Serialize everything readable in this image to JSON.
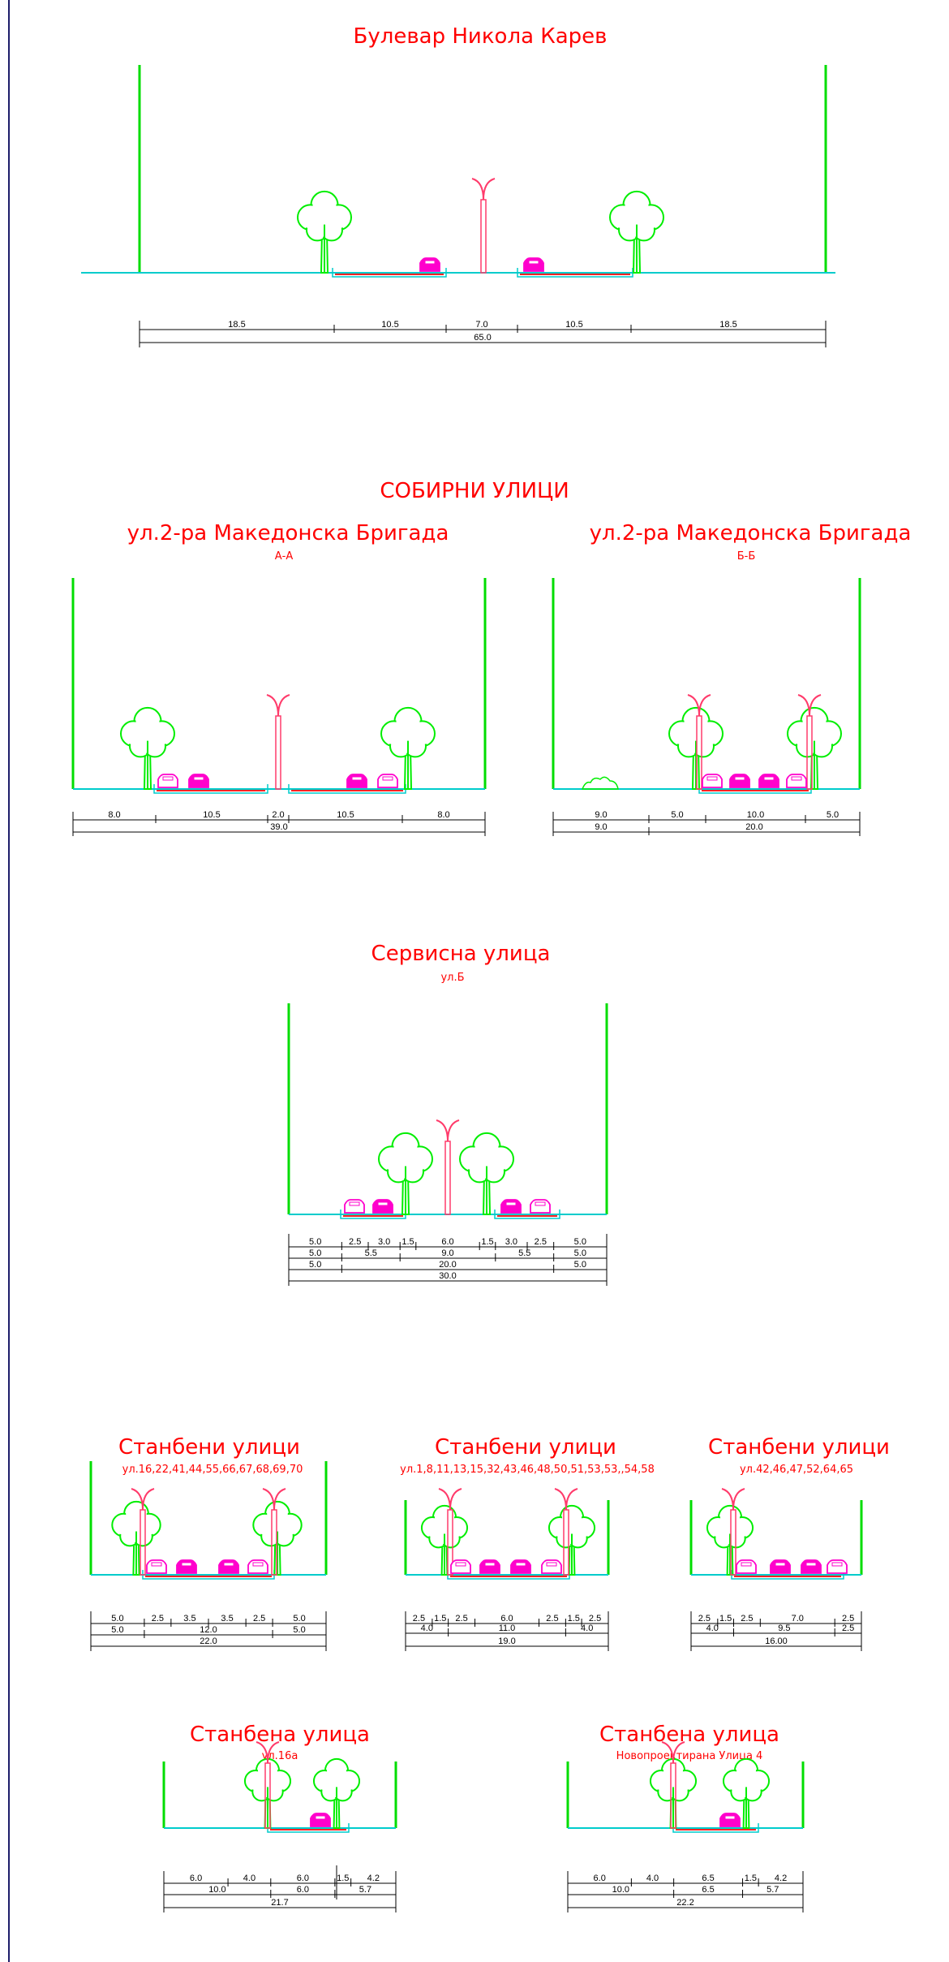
{
  "colors": {
    "title": "#ff0000",
    "walls": "#00dd00",
    "ground": "#00cccc",
    "vehicle": "#ff00cc",
    "pole": "#ff3b6b",
    "tree": "#00ee00",
    "dims": "#000000"
  },
  "boulevard": {
    "title": "Булевар Никола Карев",
    "dims": {
      "row1": [
        "18.5",
        "10.5",
        "7.0",
        "10.5",
        "18.5"
      ],
      "total": "65.0"
    }
  },
  "collector": {
    "heading": "СОБИРНИ УЛИЦИ",
    "aa": {
      "title": "ул.2-ра Македонска Бригада",
      "subtitle": "А-А",
      "dims": {
        "row1": [
          "8.0",
          "10.5",
          "2.0",
          "10.5",
          "8.0"
        ],
        "total": "39.0"
      }
    },
    "bb": {
      "title": "ул.2-ра Македонска Бригада",
      "subtitle": "Б-Б",
      "dims": {
        "row1": [
          "9.0",
          "5.0",
          "10.0",
          "5.0"
        ],
        "row2": [
          "9.0",
          "20.0"
        ]
      }
    }
  },
  "service": {
    "title": "Сервисна улица",
    "subtitle": "ул.Б",
    "dims": {
      "row1": [
        "5.0",
        "2.5",
        "3.0",
        "1.5",
        "6.0",
        "1.5",
        "3.0",
        "2.5",
        "5.0"
      ],
      "row2": [
        "5.0",
        "5.5",
        "9.0",
        "5.5",
        "5.0"
      ],
      "row3": [
        "5.0",
        "20.0",
        "5.0"
      ],
      "total": "30.0"
    }
  },
  "residential": {
    "s1": {
      "title": "Станбени улици",
      "subtitle": "ул.16,22,41,44,55,66,67,68,69,70",
      "dims": {
        "row1": [
          "5.0",
          "2.5",
          "3.5",
          "3.5",
          "2.5",
          "5.0"
        ],
        "row2": [
          "5.0",
          "12.0",
          "5.0"
        ],
        "total": "22.0"
      }
    },
    "s2": {
      "title": "Станбени улици",
      "subtitle": "ул.1,8,11,13,15,32,43,46,48,50,51,53,53,,54,58",
      "dims": {
        "row1": [
          "2.5",
          "1.5",
          "2.5",
          "6.0",
          "2.5",
          "1.5",
          "2.5"
        ],
        "row2": [
          "4.0",
          "11.0",
          "4.0"
        ],
        "total": "19.0"
      }
    },
    "s3": {
      "title": "Станбени улици",
      "subtitle": "ул.42,46,47,52,64,65",
      "dims": {
        "row1": [
          "2.5",
          "1.5",
          "2.5",
          "7.0",
          "2.5"
        ],
        "row2": [
          "4.0",
          "9.5",
          "2.5"
        ],
        "total": "16.00"
      }
    },
    "s4": {
      "title": "Станбена улица",
      "subtitle": "ул.16а",
      "dims": {
        "row1": [
          "6.0",
          "4.0",
          "6.0",
          "1.5",
          "4.2"
        ],
        "row2": [
          "10.0",
          "6.0",
          "5.7"
        ],
        "total": "21.7"
      }
    },
    "s5": {
      "title": "Станбена улица",
      "subtitle": "Новопроектирана Улица 4",
      "dims": {
        "row1": [
          "6.0",
          "4.0",
          "6.5",
          "1.5",
          "4.2"
        ],
        "row2": [
          "10.0",
          "6.5",
          "5.7"
        ],
        "total": "22.2"
      }
    }
  }
}
